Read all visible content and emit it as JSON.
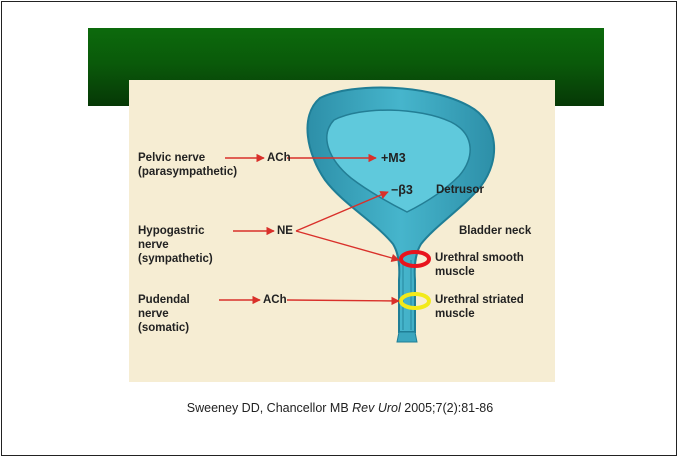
{
  "diagram": {
    "left_labels": {
      "pelvic_line1": "Pelvic nerve",
      "pelvic_line2": "(parasympathetic)",
      "hypogastric_line1": "Hypogastric",
      "hypogastric_line2": "nerve",
      "hypogastric_line3": "(sympathetic)",
      "pudendal_line1": "Pudendal",
      "pudendal_line2": "nerve",
      "pudendal_line3": "(somatic)"
    },
    "transmitters": {
      "pelvic": "ACh",
      "hypogastric": "NE",
      "pudendal": "ACh"
    },
    "receptors": {
      "m3": "+M3",
      "beta3": "−β3"
    },
    "structures": {
      "detrusor": "Detrusor",
      "bladder_neck": "Bladder neck",
      "urethral_smooth_line1": "Urethral smooth",
      "urethral_smooth_line2": "muscle",
      "urethral_striated_line1": "Urethral striated",
      "urethral_striated_line2": "muscle"
    },
    "colors": {
      "arrow": "#d9302a",
      "bladder": "#3aa6be",
      "smooth_ring": "#e8141e",
      "striated_ring": "#f2ea1a",
      "header_bar": "#0a5a0a",
      "figure_background": "#f6edd3"
    }
  },
  "caption": {
    "authors": "Sweeney  DD, Chancellor  MB ",
    "journal": "Rev Urol",
    "citation": " 2005;7(2):81-86"
  }
}
